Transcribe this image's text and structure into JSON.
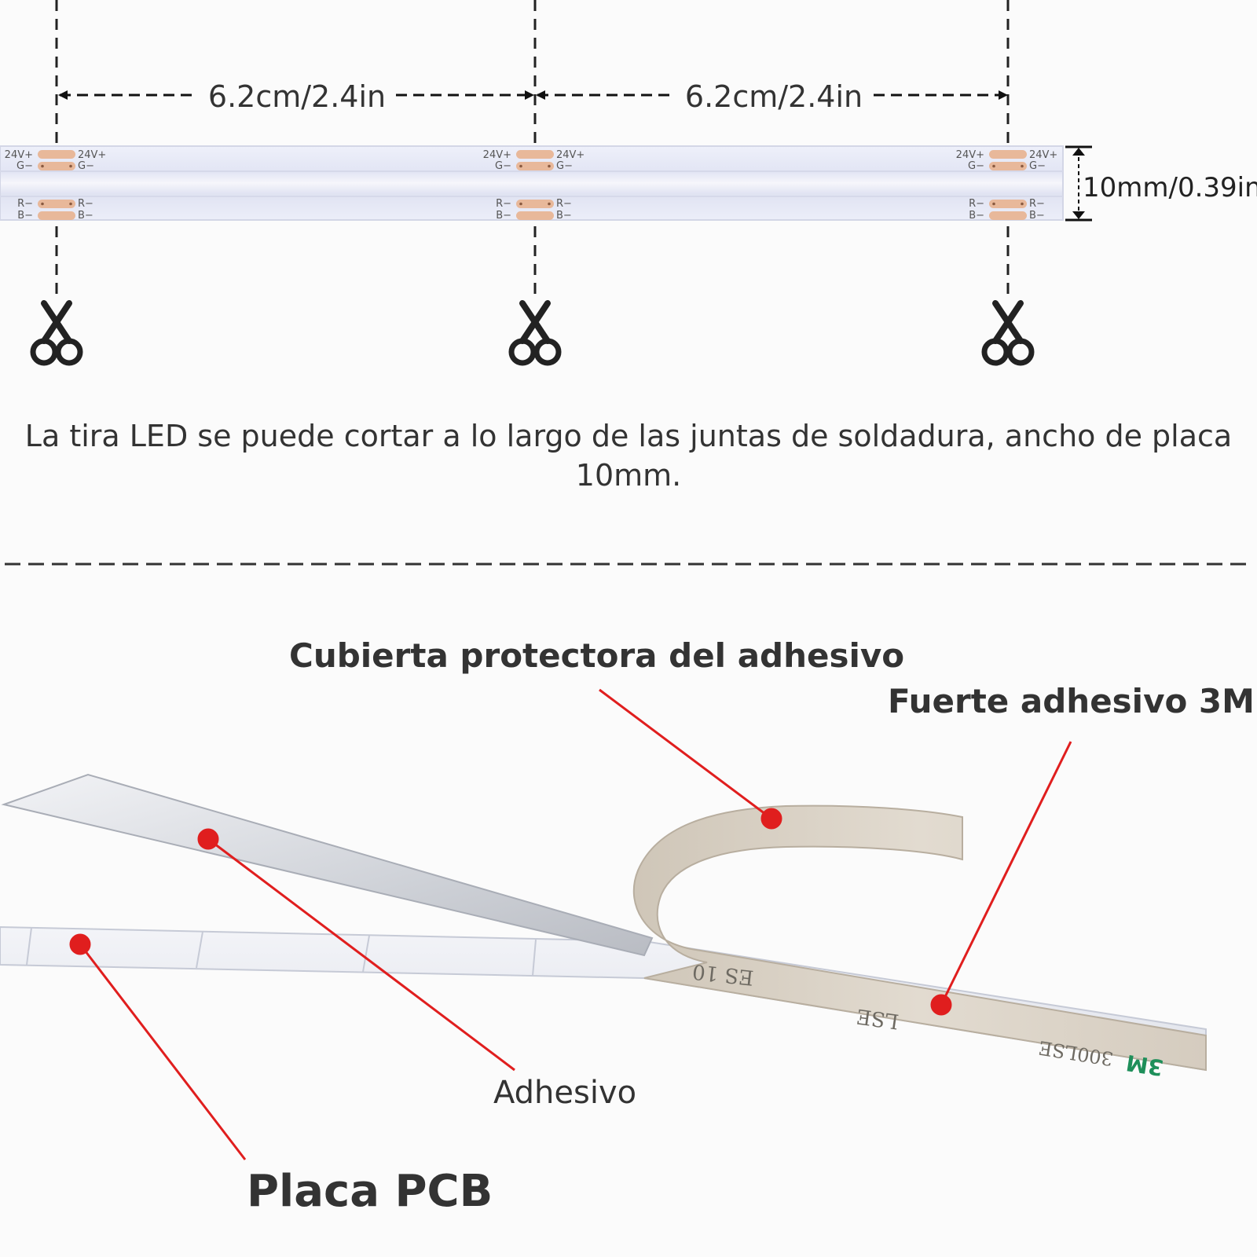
{
  "dimensions": {
    "segment_left": "6.2cm/2.4in",
    "segment_right": "6.2cm/2.4in",
    "strip_width": "10mm/0.39in"
  },
  "pads": {
    "plus": "24V+",
    "g": "G−",
    "r": "R−",
    "b": "B−"
  },
  "caption": "La tira LED se puede cortar a lo largo de las juntas de soldadura, ancho de placa 10mm.",
  "callouts": {
    "cover": "Cubierta protectora del adhesivo",
    "strong_3m": "Fuerte adhesivo 3M",
    "adhesive": "Adhesivo",
    "pcb": "Placa PCB"
  },
  "liner_print": {
    "a": "ES 10",
    "b": "LSE",
    "c": "300LSE",
    "logo": "3M"
  },
  "colors": {
    "callout_red": "#e01e1e",
    "pad_copper": "#e8b89a",
    "strip": "#e9ebf8",
    "liner": "#d8cfc2",
    "logo_green": "#1e8f5a"
  },
  "icons": [
    "scissors-icon",
    "scissors-icon",
    "scissors-icon"
  ]
}
